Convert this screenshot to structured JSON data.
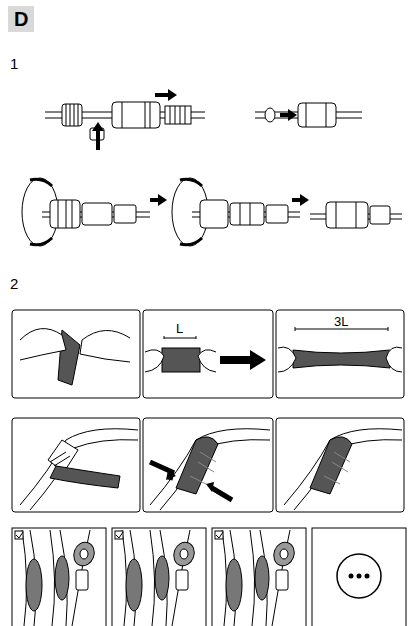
{
  "diagram": {
    "title": "D",
    "labels": [
      "1",
      "2",
      "L",
      "3L"
    ]
  }
}
